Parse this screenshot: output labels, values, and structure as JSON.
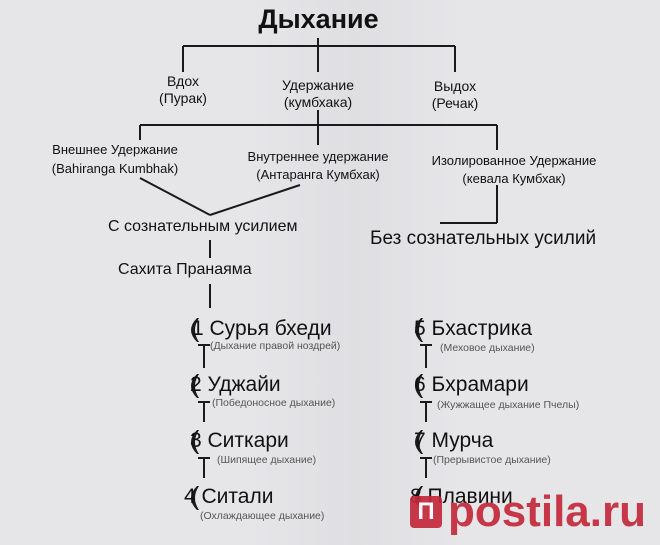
{
  "diagram": {
    "root": "Дыхание",
    "level1": [
      {
        "label": "Вдох",
        "sub": "(Пурак)"
      },
      {
        "label": "Удержание",
        "sub": "(кумбхака)"
      },
      {
        "label": "Выдох",
        "sub": "(Речак)"
      }
    ],
    "level2": [
      {
        "label": "Внешнее Удержание",
        "sub": "(Bahiranga Kumbhak)"
      },
      {
        "label": "Внутреннее удержание",
        "sub": "(Антаранга Кумбхак)"
      },
      {
        "label": "Изолированное Удержание",
        "sub": "(кевала Кумбхак)"
      }
    ],
    "effort": "С сознательным усилием",
    "no_effort": "Без сознательных усилий",
    "sahita": "Сахита Пранаяма",
    "techniques_left": [
      {
        "title": "1 Сурья бхеди",
        "desc": "(Дыхание правой ноздрей)"
      },
      {
        "title": "2 Уджайи",
        "desc": "(Победоносное дыхание)"
      },
      {
        "title": "3 Ситкари",
        "desc": "(Шипящее дыхание)"
      },
      {
        "title": "4 Ситали",
        "desc": "(Охлаждающее дыхание)"
      }
    ],
    "techniques_right": [
      {
        "title": "5 Бхастрика",
        "desc": "(Меховое дыхание)"
      },
      {
        "title": "6 Бхрамари",
        "desc": "(Жужжащее дыхание Пчелы)"
      },
      {
        "title": "7 Мурча",
        "desc": "(Прерывистое дыхание)"
      },
      {
        "title": "8 Плавини",
        "desc": ""
      }
    ]
  },
  "watermark": {
    "text": "postila.ru",
    "logo": "П"
  },
  "colors": {
    "line": "#1a1a1a",
    "text": "#111111",
    "watermark": "#c42a3a"
  }
}
